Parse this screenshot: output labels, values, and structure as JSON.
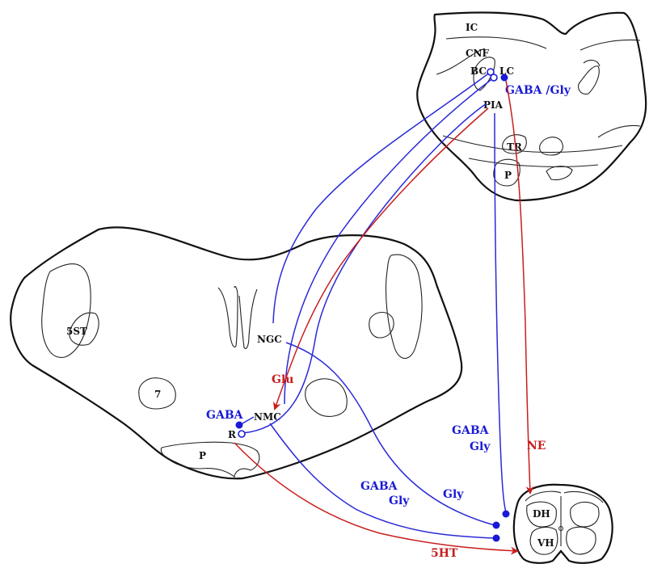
{
  "brainstem_upper": {
    "labels": {
      "ic": "IC",
      "cnf": "CNF",
      "bc": "BC",
      "lc": "LC",
      "pia": "PIA",
      "tr": "TR",
      "p": "P"
    },
    "transmitter_label": "GABA /Gly"
  },
  "medulla": {
    "labels": {
      "five_st": "5ST",
      "seven": "7",
      "ngc": "NGC",
      "nmc": "NMC",
      "r": "R",
      "p": "P"
    },
    "gaba_label": "GABA"
  },
  "spinal_cord": {
    "labels": {
      "dh": "DH",
      "vh": "VH"
    }
  },
  "projection_labels": {
    "glu": "Glu",
    "ne": "NE",
    "gaba_gly_lc_gaba": "GABA",
    "gaba_gly_lc_gly": "Gly",
    "gaba_gly_nmc_gaba": "GABA",
    "gaba_gly_nmc_gly": "Gly",
    "ngc_gly": "Gly",
    "five_ht": "5HT"
  },
  "colors": {
    "inhibitory": "#1a1ad6",
    "excitatory": "#c81e1e",
    "outline": "#111111"
  }
}
